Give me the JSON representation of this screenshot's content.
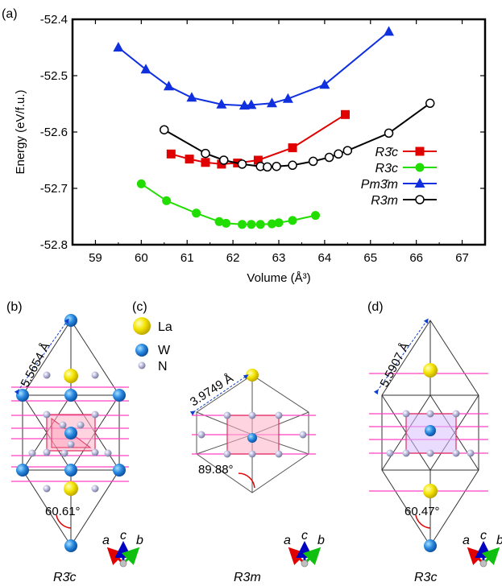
{
  "panel_labels": {
    "a": "(a)",
    "b": "(b)",
    "c": "(c)",
    "d": "(d)"
  },
  "chart_data": {
    "type": "line",
    "xlabel": "Volume (Å³)",
    "ylabel": "Energy (eV/f.u.)",
    "xlim": [
      58.5,
      67.5
    ],
    "ylim": [
      -52.8,
      -52.4
    ],
    "xticks": [
      59,
      60,
      61,
      62,
      63,
      64,
      65,
      66,
      67
    ],
    "yticks": [
      -52.8,
      -52.7,
      -52.6,
      -52.5,
      -52.4
    ],
    "xtick_labels": [
      "59",
      "60",
      "61",
      "62",
      "63",
      "64",
      "65",
      "66",
      "67"
    ],
    "ytick_labels": [
      "-52.8",
      "-52.7",
      "-52.6",
      "-52.5",
      "-52.4"
    ],
    "legend_position": "lower-right",
    "grid": false,
    "series": [
      {
        "name": "R3̄c",
        "color": "#e00000",
        "marker": "square",
        "x": [
          60.65,
          61.05,
          61.4,
          61.75,
          62.1,
          62.55,
          63.3,
          64.45
        ],
        "y": [
          -52.639,
          -52.648,
          -52.654,
          -52.657,
          -52.655,
          -52.65,
          -52.628,
          -52.569
        ]
      },
      {
        "name": "R3c",
        "color": "#22dd00",
        "marker": "circle",
        "x": [
          60.0,
          60.55,
          61.2,
          61.7,
          61.85,
          62.2,
          62.4,
          62.6,
          62.85,
          63.0,
          63.3,
          63.8
        ],
        "y": [
          -52.692,
          -52.722,
          -52.744,
          -52.759,
          -52.762,
          -52.764,
          -52.764,
          -52.764,
          -52.763,
          -52.761,
          -52.757,
          -52.748
        ]
      },
      {
        "name": "Pm3̄m",
        "color": "#1030e0",
        "marker": "triangle",
        "x": [
          59.5,
          60.1,
          60.6,
          61.1,
          61.75,
          62.25,
          62.4,
          62.85,
          63.2,
          64.0,
          65.4
        ],
        "y": [
          -52.45,
          -52.489,
          -52.519,
          -52.539,
          -52.551,
          -52.553,
          -52.552,
          -52.549,
          -52.541,
          -52.516,
          -52.422
        ]
      },
      {
        "name": "R3m",
        "color": "#000000",
        "marker": "open-circle",
        "x": [
          60.5,
          61.4,
          61.8,
          62.2,
          62.6,
          62.75,
          62.95,
          63.3,
          63.75,
          64.1,
          64.3,
          64.5,
          65.4,
          66.3
        ],
        "y": [
          -52.596,
          -52.638,
          -52.65,
          -52.657,
          -52.661,
          -52.662,
          -52.661,
          -52.659,
          -52.652,
          -52.645,
          -52.639,
          -52.633,
          -52.602,
          -52.549
        ]
      }
    ]
  },
  "structures": {
    "b": {
      "param": "5.5654 Å",
      "angle": "60.61°",
      "name": "R3̄c"
    },
    "c": {
      "param": "3.9749 Å",
      "angle": "89.88°",
      "name": "R3m"
    },
    "d": {
      "param": "5.5907 Å",
      "angle": "60.47°",
      "name": "R3c"
    }
  },
  "atom_legend": [
    "La",
    "W",
    "N"
  ],
  "axis_labels": {
    "a": "a",
    "c": "c",
    "b": "b"
  },
  "colors": {
    "La": "#ffee00",
    "W": "#2080e0",
    "N": "#a0a0d0",
    "plane": "#ff40c0",
    "octahedron": "#ffb0c8"
  }
}
